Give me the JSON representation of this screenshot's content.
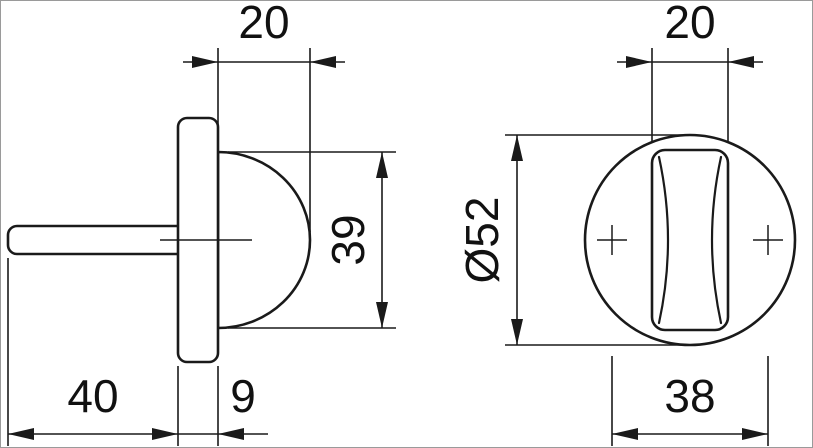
{
  "drawing": {
    "type": "technical-dimension-drawing",
    "subject": "thumbturn rose (WC escutcheon) side and front views",
    "background": "#ffffff",
    "line_color": "#1a1a1a",
    "border_color": "#9a9a9a"
  },
  "dimensions": {
    "side_depth": "20",
    "turn_width": "20",
    "knob_height": "39",
    "rose_diameter": "Ø52",
    "spindle_length": "40",
    "rose_thickness": "9",
    "fixing_centers": "38"
  }
}
